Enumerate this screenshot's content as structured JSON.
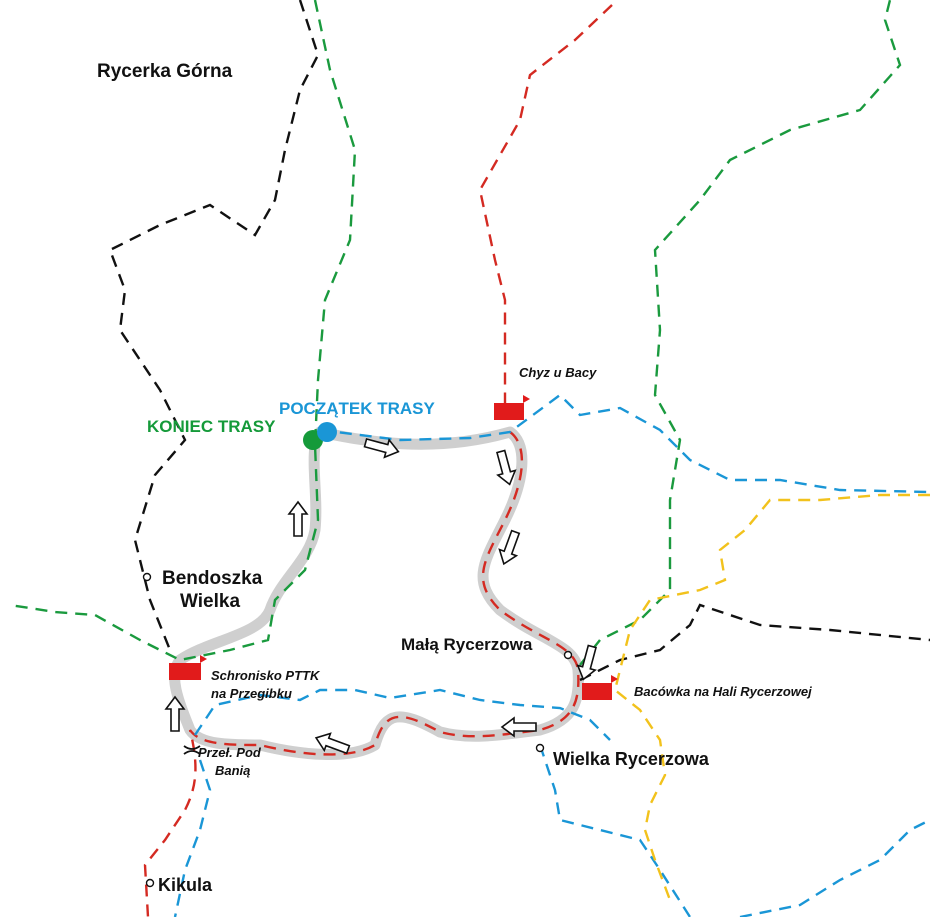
{
  "colors": {
    "black_trail": "#111111",
    "green_trail": "#1a9a3e",
    "red_trail": "#d42a22",
    "blue_trail": "#1a96d6",
    "yellow_trail": "#f2c21c",
    "route_highlight": "#cfcfcf",
    "start_marker": "#1a96d6",
    "end_marker": "#159a3a",
    "shelter": "#e11b1b"
  },
  "labels": {
    "village": "Rycerka Górna",
    "start": "POCZĄTEK TRASY",
    "end": "KONIEC TRASY",
    "chyz": "Chyz u Bacy",
    "bendoszka_1": "Bendoszka",
    "bendoszka_2": "Wielka",
    "mala_rycerzowa": "Małą Rycerzowa",
    "schronisko_1": "Schronisko PTTK",
    "schronisko_2": "na Przegibku",
    "bacowka": "Bacówka na Hali Rycerzowej",
    "przelecz_1": "Przeł. Pod",
    "przelecz_2": "Banią",
    "wielka_rycerzowa": "Wielka Rycerzowa",
    "kikula": "Kikula"
  },
  "icons": {
    "shelter": "shelter-icon",
    "peak": "peak-dot-icon",
    "pass": "pass-cross-icon",
    "direction": "direction-arrow-icon"
  }
}
